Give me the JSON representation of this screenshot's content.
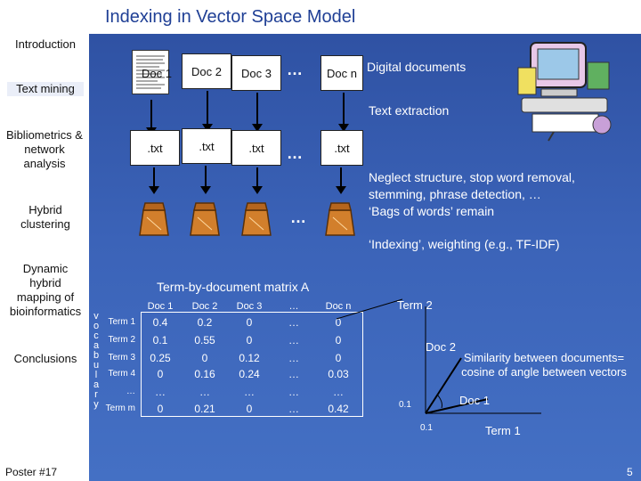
{
  "title": "Indexing in Vector Space Model",
  "nav": {
    "introduction": "Introduction",
    "text_mining": "Text mining",
    "bibliometrics": [
      "Bibliometrics &",
      "network",
      "analysis"
    ],
    "hybrid": [
      "Hybrid",
      "clustering"
    ],
    "dynamic": [
      "Dynamic",
      "hybrid",
      "mapping of",
      "bioinformatics"
    ],
    "conclusions": "Conclusions"
  },
  "docs": {
    "d1": "Doc 1",
    "d2": "Doc 2",
    "d3": "Doc 3",
    "dots": "…",
    "dn": "Doc n"
  },
  "labels": {
    "digital_docs": "Digital documents",
    "text_extraction": "Text extraction",
    "txt": ".txt",
    "neglect1": "Neglect structure, stop word removal,",
    "neglect2": "stemming, phrase detection, …",
    "neglect3": "‘Bags of words’ remain",
    "indexing": "‘Indexing’, weighting  (e.g., TF-IDF)",
    "matrix_title": "Term-by-document matrix A",
    "vocabulary": "vocabulary",
    "similarity1": "Similarity between documents=",
    "similarity2": "cosine of angle between vectors",
    "poster": "Poster #17",
    "page": "5"
  },
  "matrix": {
    "headers": [
      "Doc 1",
      "Doc 2",
      "Doc 3",
      "…",
      "Doc n"
    ],
    "rows": [
      {
        "term": "Term 1",
        "values": [
          "0.4",
          "0.2",
          "0",
          "…",
          "0"
        ]
      },
      {
        "term": "Term 2",
        "values": [
          "0.1",
          "0.55",
          "0",
          "…",
          "0"
        ]
      },
      {
        "term": "Term 3",
        "values": [
          "0.25",
          "0",
          "0.12",
          "…",
          "0"
        ]
      },
      {
        "term": "Term 4",
        "values": [
          "0",
          "0.16",
          "0.24",
          "…",
          "0.03"
        ]
      },
      {
        "term": "…",
        "values": [
          "…",
          "…",
          "…",
          "…",
          "…"
        ]
      },
      {
        "term": "Term m",
        "values": [
          "0",
          "0.21",
          "0",
          "…",
          "0.42"
        ]
      }
    ]
  },
  "plot": {
    "term2": "Term 2",
    "term1": "Term 1",
    "doc1": "Doc 1",
    "doc2": "Doc 2",
    "tick_y": "0.1",
    "tick_x": "0.1"
  }
}
